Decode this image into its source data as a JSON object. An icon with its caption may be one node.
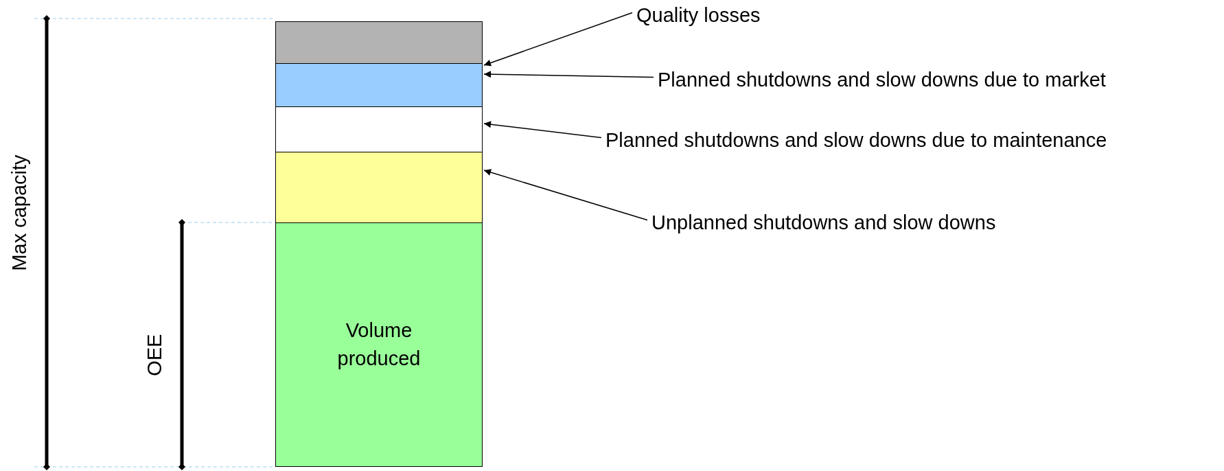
{
  "diagram": {
    "nodes": [
      {
        "text": [],
        "shape": "box"
      },
      {
        "text": [],
        "shape": "box"
      },
      {
        "text": [],
        "shape": "box"
      },
      {
        "text": [],
        "shape": "box"
      },
      {
        "text": [
          "Volume produced"
        ]
      },
      {
        "text": [
          "Quality losses"
        ]
      },
      {
        "text": [
          "Planned shutdowns and slow downs due to market"
        ]
      },
      {
        "text": [
          "Planned shutdowns and slow downs due to maintenance"
        ]
      },
      {
        "text": [
          "Unplanned shutdowns and slow downs"
        ]
      }
    ],
    "edges": [
      {
        "from": 5,
        "to": 0,
        "arrow": "to"
      },
      {
        "from": 6,
        "to": 1,
        "arrow": "to"
      },
      {
        "from": 7,
        "to": 2,
        "arrow": "to"
      },
      {
        "from": 8,
        "to": 3,
        "arrow": "to"
      }
    ],
    "labels": [
      "Max capacity",
      "OEE"
    ]
  }
}
